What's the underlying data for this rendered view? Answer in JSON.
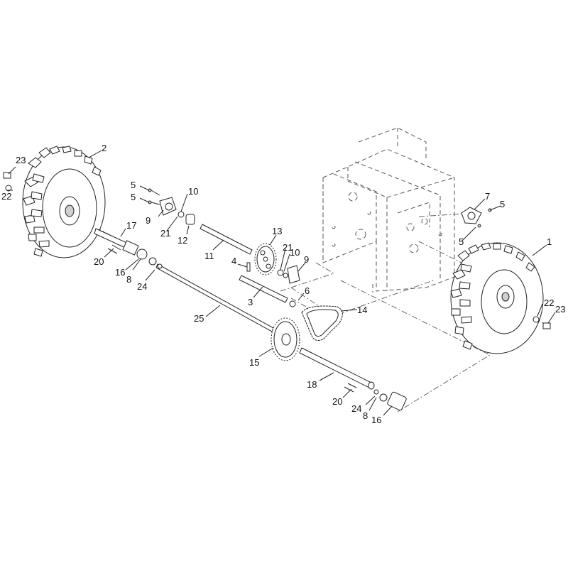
{
  "diagram": {
    "callouts": [
      {
        "id": "c-1",
        "text": "1"
      },
      {
        "id": "c-2",
        "text": "2"
      },
      {
        "id": "c-3",
        "text": "3"
      },
      {
        "id": "c-4",
        "text": "4"
      },
      {
        "id": "c-5a",
        "text": "5"
      },
      {
        "id": "c-5b",
        "text": "5"
      },
      {
        "id": "c-5c",
        "text": "5"
      },
      {
        "id": "c-5d",
        "text": "5"
      },
      {
        "id": "c-6",
        "text": "6"
      },
      {
        "id": "c-7",
        "text": "7"
      },
      {
        "id": "c-8a",
        "text": "8"
      },
      {
        "id": "c-8b",
        "text": "8"
      },
      {
        "id": "c-9a",
        "text": "9"
      },
      {
        "id": "c-9b",
        "text": "9"
      },
      {
        "id": "c-10a",
        "text": "10"
      },
      {
        "id": "c-10b",
        "text": "10"
      },
      {
        "id": "c-11",
        "text": "11"
      },
      {
        "id": "c-12",
        "text": "12"
      },
      {
        "id": "c-13",
        "text": "13"
      },
      {
        "id": "c-14",
        "text": "14"
      },
      {
        "id": "c-15",
        "text": "15"
      },
      {
        "id": "c-16a",
        "text": "16"
      },
      {
        "id": "c-16b",
        "text": "16"
      },
      {
        "id": "c-17",
        "text": "17"
      },
      {
        "id": "c-18",
        "text": "18"
      },
      {
        "id": "c-20a",
        "text": "20"
      },
      {
        "id": "c-20b",
        "text": "20"
      },
      {
        "id": "c-21a",
        "text": "21"
      },
      {
        "id": "c-21b",
        "text": "21"
      },
      {
        "id": "c-22a",
        "text": "22"
      },
      {
        "id": "c-22b",
        "text": "22"
      },
      {
        "id": "c-23a",
        "text": "23"
      },
      {
        "id": "c-23b",
        "text": "23"
      },
      {
        "id": "c-24a",
        "text": "24"
      },
      {
        "id": "c-24b",
        "text": "24"
      },
      {
        "id": "c-25",
        "text": "25"
      }
    ]
  }
}
